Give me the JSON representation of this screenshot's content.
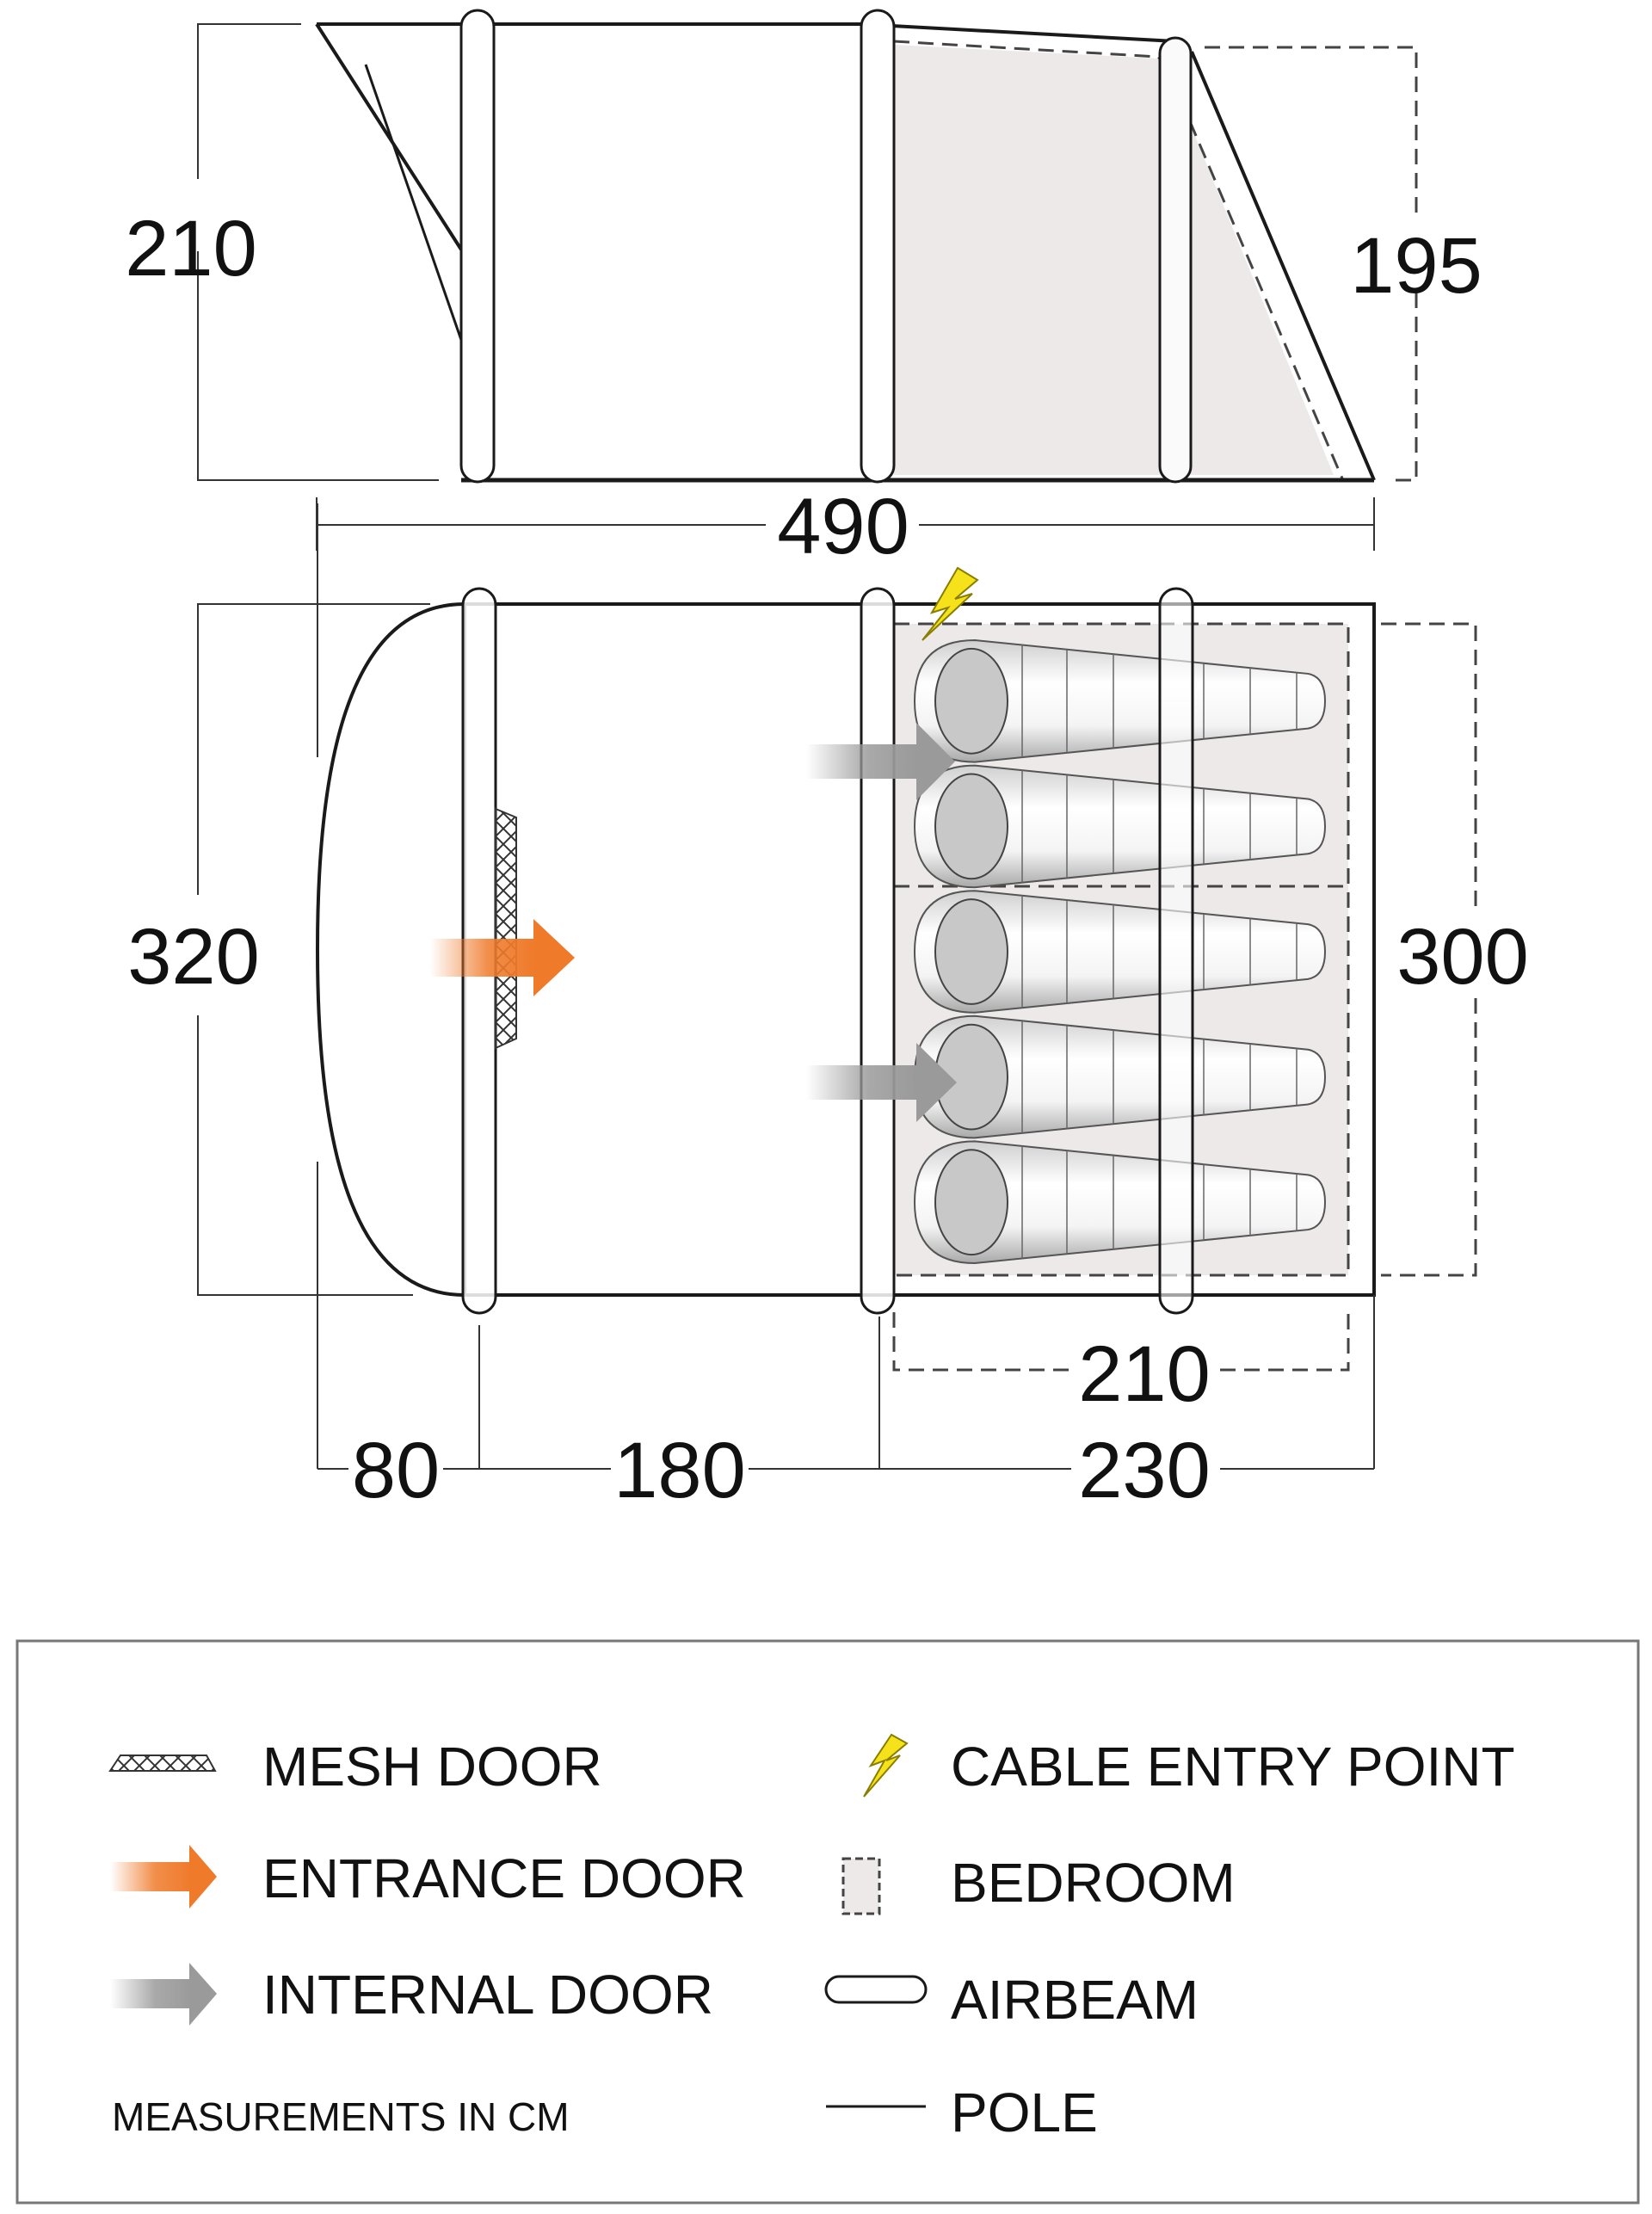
{
  "colors": {
    "outline": "#1a1a1a",
    "dimension_line": "#333333",
    "bedroom_fill": "#ece9e8",
    "entrance_arrow": "#ef7a2a",
    "internal_arrow": "#9a9a9a",
    "cable_bolt": "#f5e21a",
    "legend_border": "#777777"
  },
  "side_view": {
    "height_front": "210",
    "height_rear": "195",
    "total_length": "490"
  },
  "plan_view": {
    "width_total": "320",
    "bedroom_width": "300",
    "bedroom_depth": "210",
    "segments": [
      "80",
      "180",
      "230"
    ],
    "sleeping_bags": 5
  },
  "legend": {
    "items_left": [
      {
        "icon": "mesh-door-icon",
        "label": "MESH DOOR"
      },
      {
        "icon": "entrance-door-arrow-icon",
        "label": "ENTRANCE DOOR"
      },
      {
        "icon": "internal-door-arrow-icon",
        "label": "INTERNAL DOOR"
      }
    ],
    "items_right": [
      {
        "icon": "cable-entry-bolt-icon",
        "label": "CABLE ENTRY POINT"
      },
      {
        "icon": "bedroom-icon",
        "label": "BEDROOM"
      },
      {
        "icon": "airbeam-icon",
        "label": "AIRBEAM"
      },
      {
        "icon": "pole-icon",
        "label": "POLE"
      }
    ],
    "note": "MEASUREMENTS IN CM"
  }
}
